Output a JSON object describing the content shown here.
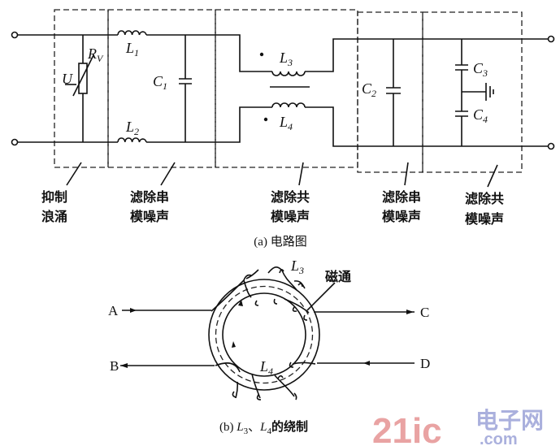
{
  "circuit": {
    "labels": {
      "U": "U",
      "Rv": "R",
      "Rv_sub": "V",
      "L1": "L",
      "L1_sub": "1",
      "L2": "L",
      "L2_sub": "2",
      "L3": "L",
      "L3_sub": "3",
      "L4": "L",
      "L4_sub": "4",
      "C1": "C",
      "C1_sub": "1",
      "C2": "C",
      "C2_sub": "2",
      "C3": "C",
      "C3_sub": "3",
      "C4": "C",
      "C4_sub": "4"
    },
    "sections": [
      {
        "line1": "抑制",
        "line2": "浪涌"
      },
      {
        "line1": "滤除串",
        "line2": "模噪声"
      },
      {
        "line1": "滤除共",
        "line2": "模噪声"
      },
      {
        "line1": "滤除串",
        "line2": "模噪声"
      },
      {
        "line1": "滤除共",
        "line2": "模噪声"
      }
    ],
    "caption": "(a) 电路图"
  },
  "toroid": {
    "terminals": {
      "A": "A",
      "B": "B",
      "C": "C",
      "D": "D"
    },
    "L3": "L",
    "L3_sub": "3",
    "L4": "L",
    "L4_sub": "4",
    "flux_label": "磁通",
    "caption_prefix": "(b) ",
    "caption_L3": "L",
    "caption_L3_sub": "3",
    "caption_sep": "、",
    "caption_L4": "L",
    "caption_L4_sub": "4",
    "caption_suffix": "的绕制"
  },
  "watermark": {
    "brand": "21ic",
    "cn": "电子网",
    "domain": ".com"
  }
}
